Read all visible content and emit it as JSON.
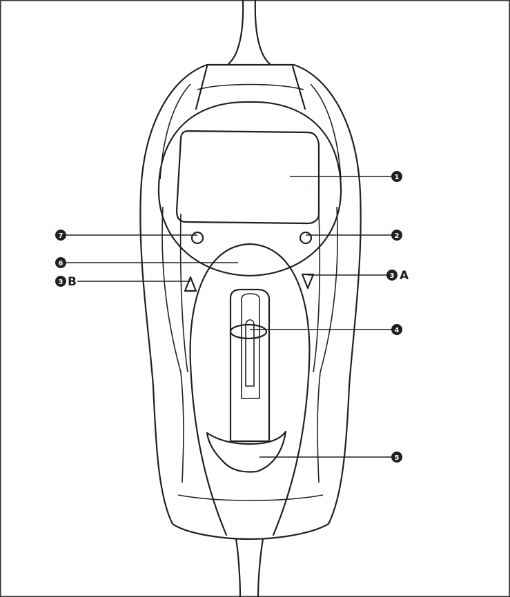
{
  "callouts": {
    "c1": {
      "number": "1",
      "letter": ""
    },
    "c2": {
      "number": "2",
      "letter": ""
    },
    "c3a": {
      "number": "3",
      "letter": "A"
    },
    "c3b": {
      "number": "3",
      "letter": "B"
    },
    "c4": {
      "number": "4",
      "letter": ""
    },
    "c5": {
      "number": "5",
      "letter": ""
    },
    "c6": {
      "number": "6",
      "letter": ""
    },
    "c7": {
      "number": "7",
      "letter": ""
    }
  },
  "colors": {
    "line": "#231f20",
    "background": "#ffffff"
  }
}
